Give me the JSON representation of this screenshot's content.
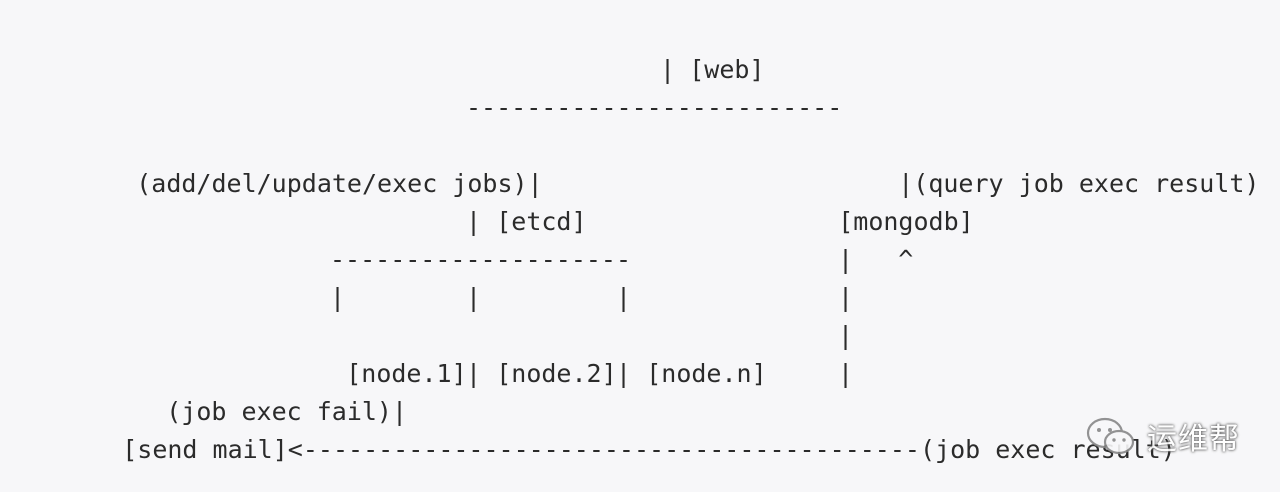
{
  "diagram": {
    "lines": [
      "                    [web]",
      "                      |",
      "          --------------------------",
      "(add/del/update/exec jobs)|                        |(query job exec result)",
      "                       [etcd]                 [mongodb]",
      "                         |                         ^",
      "                --------------------               |",
      "                |         |         |              |",
      "             [node.1]  [node.2]  [node.n]          |",
      "  (job exec fail)|         |         |             |",
      "[send mail]<-----------------------------------------(job exec result)"
    ],
    "labels": {
      "web": "[web]",
      "etcd": "[etcd]",
      "mongodb": "[mongodb]",
      "node1": "[node.1]",
      "node2": "[node.2]",
      "noden": "[node.n]",
      "send_mail": "[send mail]",
      "left_note": "(add/del/update/exec jobs)",
      "right_note": "(query job exec result)",
      "fail_note": "(job exec fail)",
      "result_note": "(job exec result)",
      "arrow_tip": "<",
      "up_arrow": "^"
    }
  },
  "watermark": {
    "text": "运维帮",
    "icon": "wechat-icon"
  },
  "colors": {
    "background": "#f7f7f9",
    "text": "#2b2b2b"
  }
}
